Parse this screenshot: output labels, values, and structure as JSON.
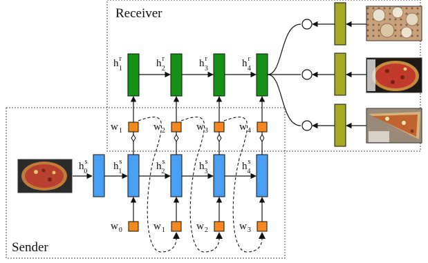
{
  "receiver": {
    "title": "Receiver",
    "hidden": [
      {
        "base": "h",
        "sup": "r",
        "sub": "1"
      },
      {
        "base": "h",
        "sup": "r",
        "sub": "2"
      },
      {
        "base": "h",
        "sup": "r",
        "sub": "3"
      },
      {
        "base": "h",
        "sup": "r",
        "sub": "4"
      }
    ],
    "candidate_images": [
      "food-photo-icon",
      "pizza-photo-icon",
      "pizza-slice-photo-icon"
    ]
  },
  "sender": {
    "title": "Sender",
    "hidden": [
      {
        "base": "h",
        "sup": "s",
        "sub": "0"
      },
      {
        "base": "h",
        "sup": "s",
        "sub": "1"
      },
      {
        "base": "h",
        "sup": "s",
        "sub": "2"
      },
      {
        "base": "h",
        "sup": "s",
        "sub": "3"
      },
      {
        "base": "h",
        "sup": "s",
        "sub": "4"
      }
    ],
    "input_words": [
      {
        "base": "w",
        "sub": "0"
      },
      {
        "base": "w",
        "sub": "1"
      },
      {
        "base": "w",
        "sub": "2"
      },
      {
        "base": "w",
        "sub": "3"
      }
    ],
    "target_image": "pizza-photo-icon"
  },
  "message_words": [
    {
      "base": "w",
      "sub": "1"
    },
    {
      "base": "w",
      "sub": "2"
    },
    {
      "base": "w",
      "sub": "3"
    },
    {
      "base": "w",
      "sub": "4"
    }
  ],
  "colors": {
    "sender_cell": "#4a9ff2",
    "receiver_cell": "#169116",
    "word_node": "#f5891f",
    "candidate_encoder": "#a8a828",
    "line": "#111111"
  }
}
